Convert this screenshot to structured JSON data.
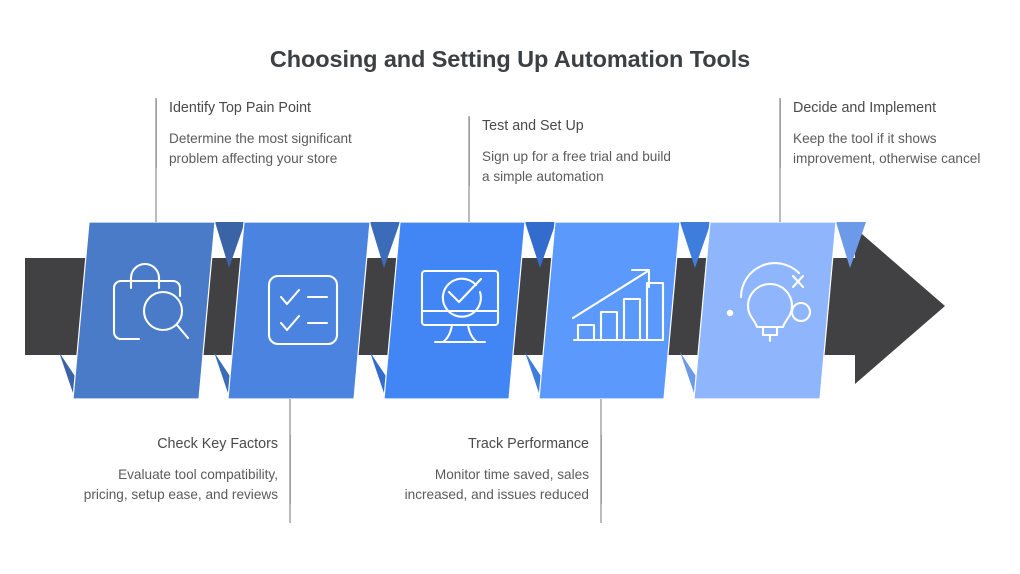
{
  "header": {
    "title": "Choosing and Setting Up Automation Tools"
  },
  "colors": {
    "background": "#ffffff",
    "title_text": "#3c4043",
    "arrow_band": "#414042",
    "callout_title": "#4a4a4a",
    "callout_body": "#5b5b5b",
    "connector_line": "#9e9e9e",
    "icon_stroke": "#ffffff"
  },
  "diagram": {
    "type": "process-arrow-infographic",
    "direction": "left-to-right",
    "step_count": 5,
    "steps": [
      {
        "index": 1,
        "title": "Identify Top Pain Point",
        "description": "Determine the most significant problem affecting your store",
        "icon": "shopping-bag-search-icon",
        "slab_color": "#4a7bc8",
        "fold_color": "#3a64a6",
        "label_position": "top"
      },
      {
        "index": 2,
        "title": "Check Key Factors",
        "description": "Evaluate tool compatibility, pricing, setup ease, and reviews",
        "icon": "checklist-icon",
        "slab_color": "#4a84e0",
        "fold_color": "#3b6cba",
        "label_position": "bottom"
      },
      {
        "index": 3,
        "title": "Test and Set Up",
        "description": "Sign up for a free trial and build a simple automation",
        "icon": "monitor-check-icon",
        "slab_color": "#4285f4",
        "fold_color": "#336ccc",
        "label_position": "top"
      },
      {
        "index": 4,
        "title": "Track Performance",
        "description": "Monitor time saved, sales increased, and issues reduced",
        "icon": "growth-chart-icon",
        "slab_color": "#5b9afc",
        "fold_color": "#3f7ddd",
        "label_position": "bottom"
      },
      {
        "index": 5,
        "title": "Decide and Implement",
        "description": "Keep the tool if it shows improvement, otherwise cancel",
        "icon": "lightbulb-idea-icon",
        "slab_color": "#8fb6fc",
        "fold_color": "#6c99e8",
        "label_position": "top"
      }
    ]
  }
}
